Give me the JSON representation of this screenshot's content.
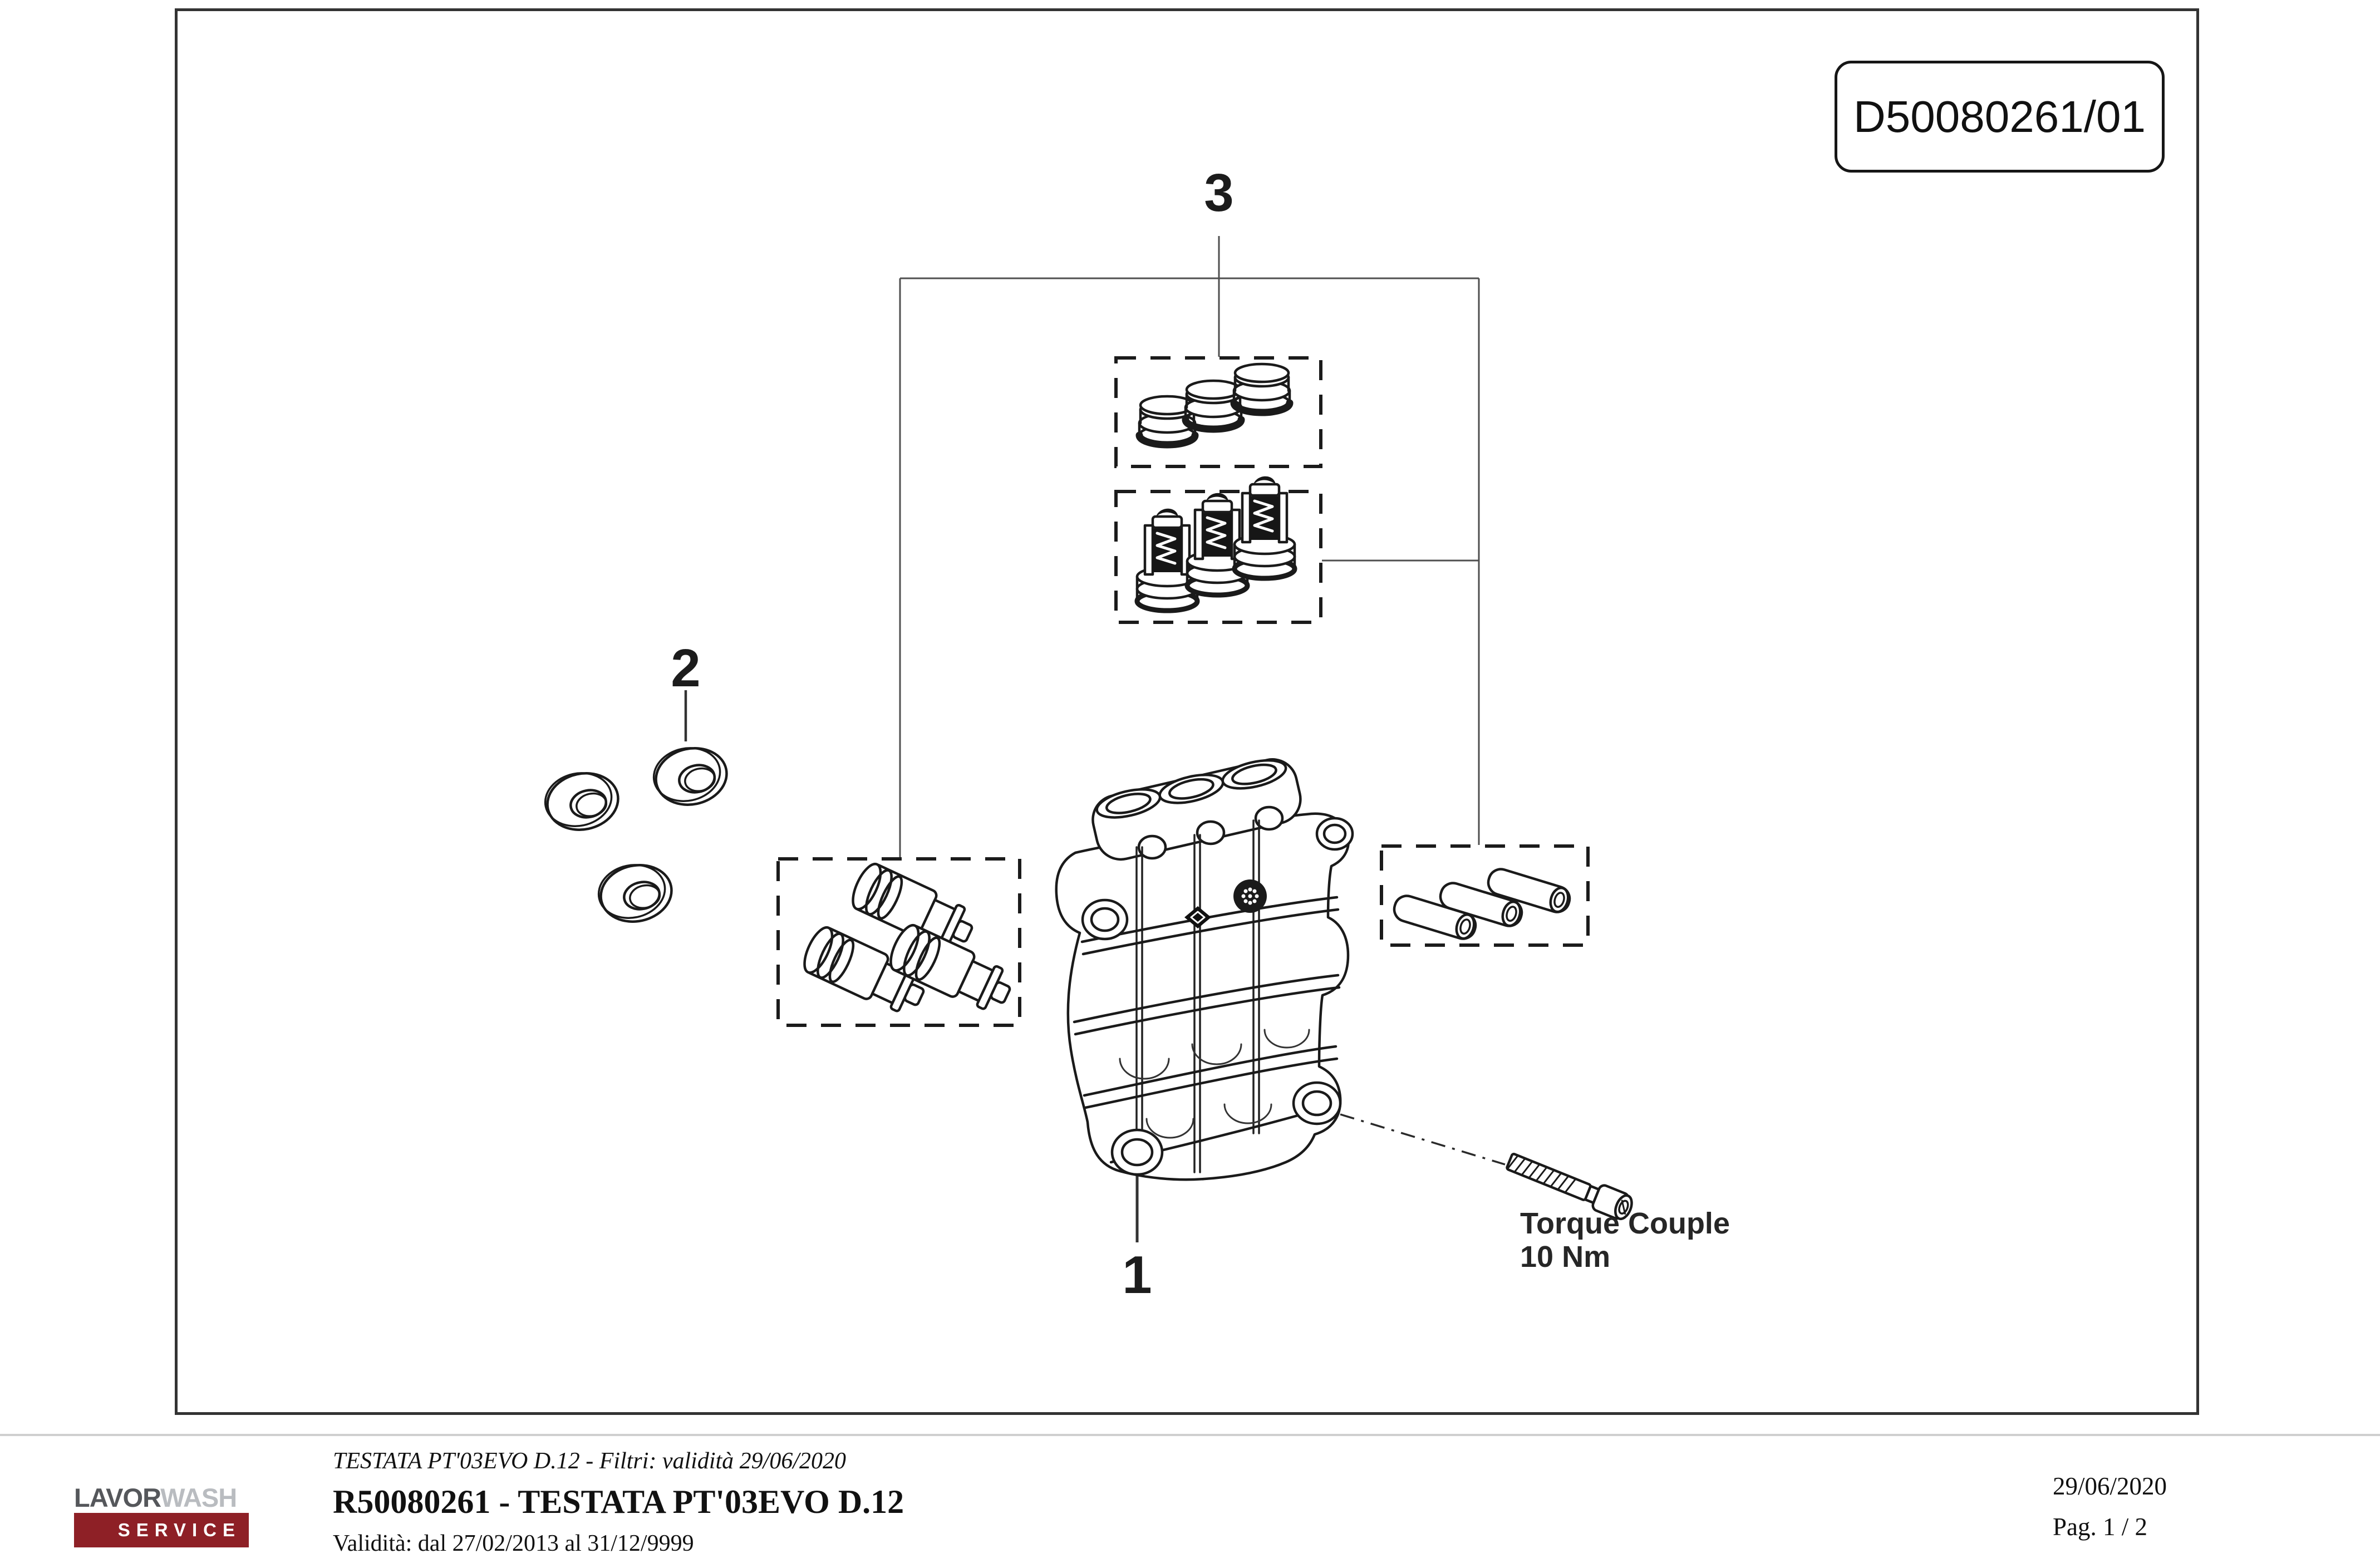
{
  "colors": {
    "frame_border": "#333333",
    "line_art": "#1a1a1a",
    "connector_line": "#4f4f4f",
    "footer_divider": "#cfcfcf",
    "logo_primary": "#55575b",
    "logo_secondary": "#b9bcc0",
    "logo_banner_bg": "#8e2026",
    "logo_banner_text": "#ffffff"
  },
  "drawing_code_box": {
    "code": "D50080261/01"
  },
  "callouts": {
    "pump_head": "1",
    "o_ring_group": "2",
    "valve_kit_group": "3"
  },
  "annotations": {
    "torque_line1": "Torque Couple",
    "torque_line2": "10 Nm"
  },
  "icons": {
    "part_groups": [
      "caps",
      "valve-assemblies",
      "o-ring-seals",
      "valve-cartridges",
      "cylindrical-pins",
      "pump-head",
      "socket-head-bolt"
    ]
  },
  "footer": {
    "logo": {
      "brand_word1": "LAVOR",
      "brand_word2": "WASH",
      "banner_label": "SERVICE"
    },
    "subtitle": "TESTATA PT'03EVO D.12 - Filtri: validità 29/06/2020",
    "title": "R50080261 - TESTATA PT'03EVO D.12",
    "validity": "Validità: dal 27/02/2013 al 31/12/9999",
    "date": "29/06/2020",
    "page": "Pag. 1 / 2"
  }
}
